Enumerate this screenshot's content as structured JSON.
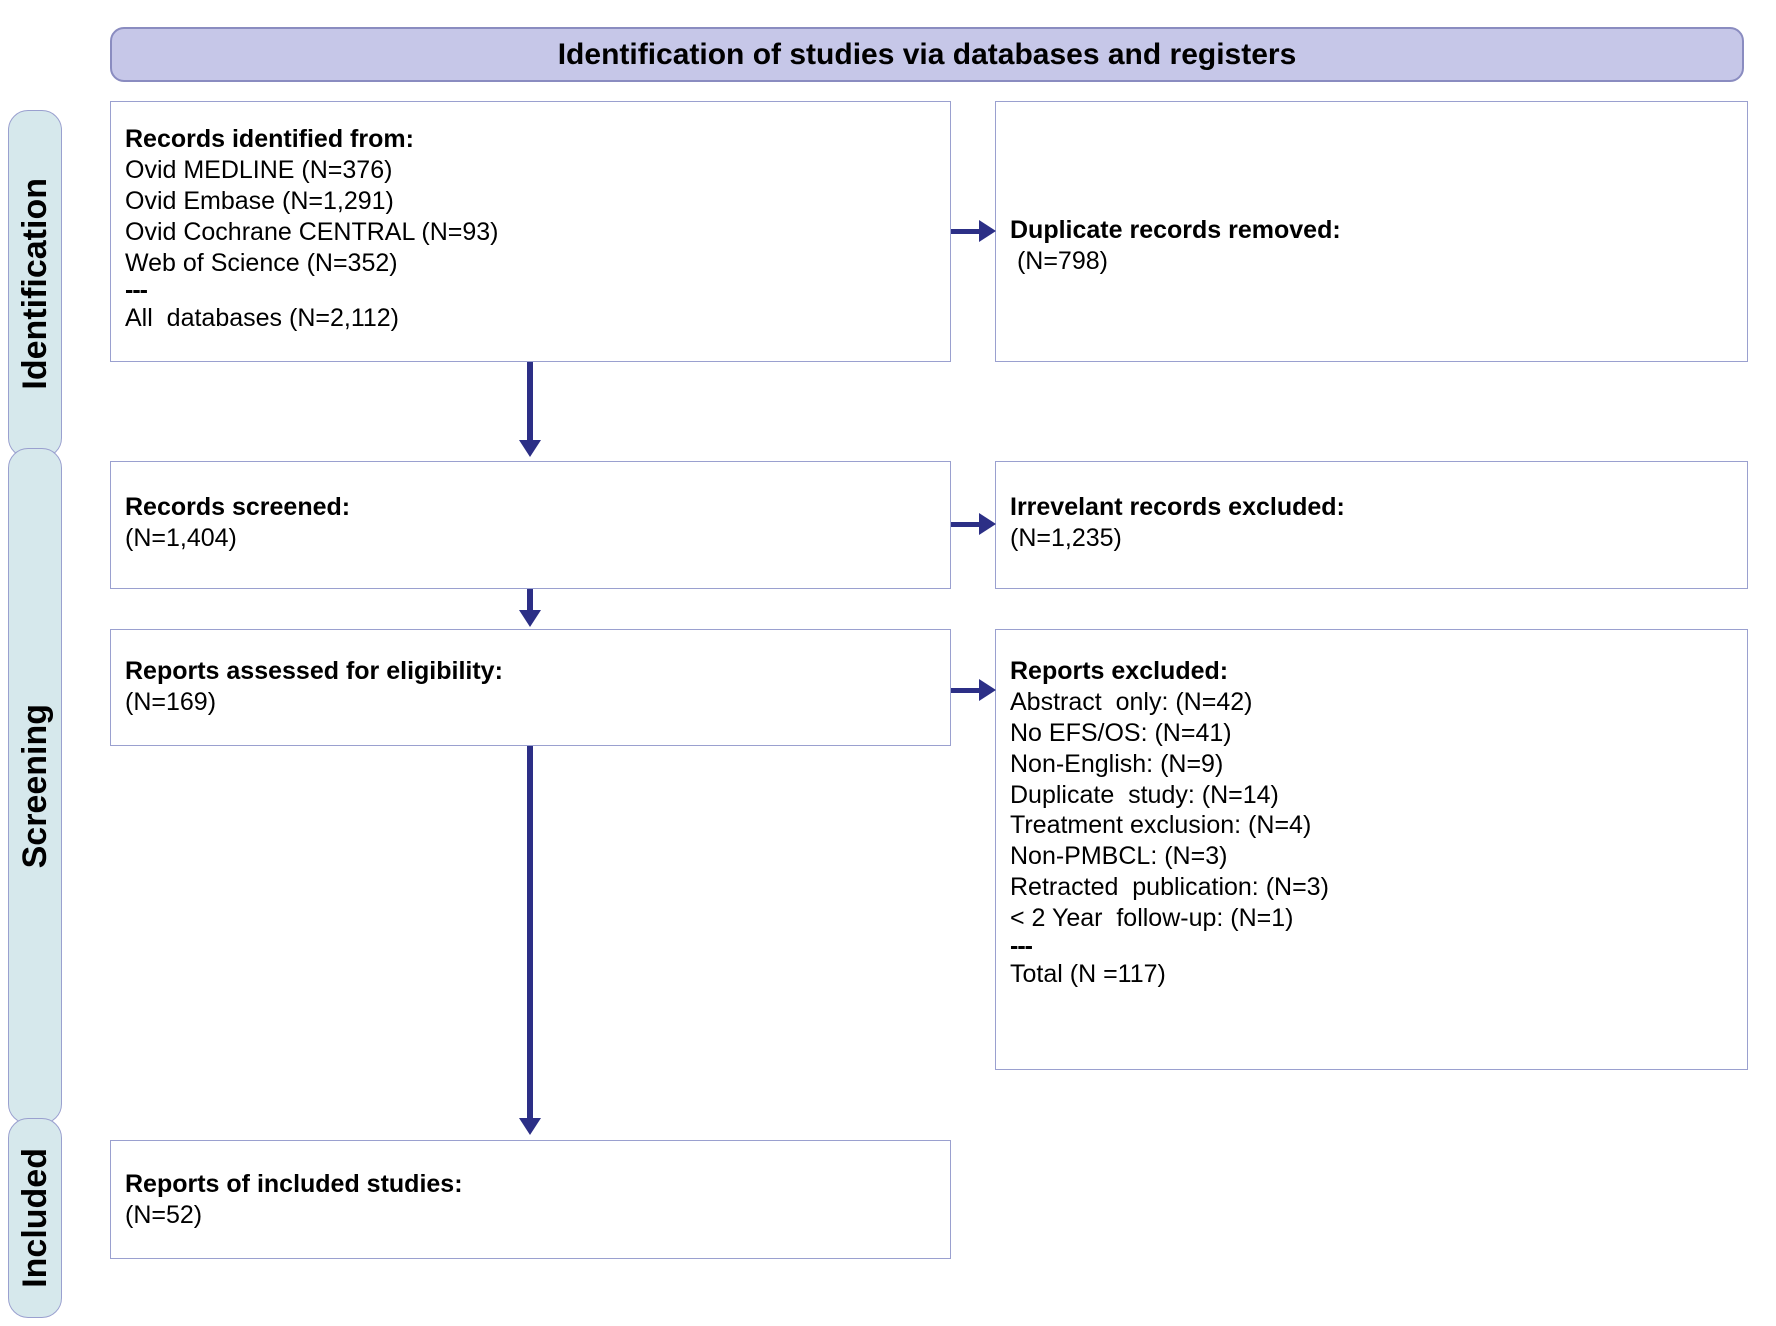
{
  "header": {
    "title": "Identification of studies via databases and registers"
  },
  "rails": [
    {
      "id": "identification",
      "label": "Identification"
    },
    {
      "id": "screening",
      "label": "Screening"
    },
    {
      "id": "included",
      "label": "Included"
    }
  ],
  "boxes": {
    "identified": {
      "lines": [
        {
          "text": "Records identified from:",
          "bold": true
        },
        {
          "text": "Ovid MEDLINE (N=376)",
          "bold": false
        },
        {
          "text": "Ovid Embase (N=1,291)",
          "bold": false
        },
        {
          "text": "Ovid Cochrane CENTRAL (N=93)",
          "bold": false
        },
        {
          "text": "Web of Science (N=352)",
          "bold": false
        },
        {
          "text": "---",
          "bold": false,
          "dash": true
        },
        {
          "text": "All  databases (N=2,112)",
          "bold": false
        }
      ]
    },
    "duplicates": {
      "lines": [
        {
          "text": "Duplicate records removed:",
          "bold": true
        },
        {
          "text": " (N=798)",
          "bold": false
        }
      ]
    },
    "screened": {
      "lines": [
        {
          "text": "Records screened:",
          "bold": true
        },
        {
          "text": "(N=1,404)",
          "bold": false
        }
      ]
    },
    "irrelevant": {
      "lines": [
        {
          "text": "Irrevelant records excluded:",
          "bold": true
        },
        {
          "text": "(N=1,235)",
          "bold": false
        }
      ]
    },
    "eligibility": {
      "lines": [
        {
          "text": "Reports assessed for eligibility:",
          "bold": true
        },
        {
          "text": "(N=169)",
          "bold": false
        }
      ]
    },
    "excluded": {
      "lines": [
        {
          "text": "Reports excluded:",
          "bold": true
        },
        {
          "text": "Abstract  only: (N=42)",
          "bold": false
        },
        {
          "text": "No EFS/OS: (N=41)",
          "bold": false
        },
        {
          "text": "Non-English: (N=9)",
          "bold": false
        },
        {
          "text": "Duplicate  study: (N=14)",
          "bold": false
        },
        {
          "text": "Treatment exclusion: (N=4)",
          "bold": false
        },
        {
          "text": "Non-PMBCL: (N=3)",
          "bold": false
        },
        {
          "text": "Retracted  publication: (N=3)",
          "bold": false
        },
        {
          "text": "< 2 Year  follow-up: (N=1)",
          "bold": false
        },
        {
          "text": "---",
          "bold": false,
          "dash": true
        },
        {
          "text": "Total (N =117)",
          "bold": false
        }
      ]
    },
    "included": {
      "lines": [
        {
          "text": "Reports of included studies:",
          "bold": true
        },
        {
          "text": "(N=52)",
          "bold": false
        }
      ]
    }
  },
  "connector_color": "#2c2f86"
}
